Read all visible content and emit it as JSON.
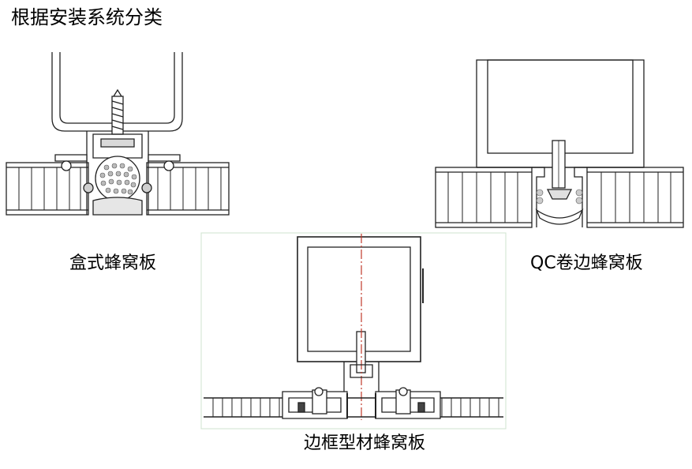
{
  "title": "根据安装系统分类",
  "captions": {
    "box": "盒式蜂窝板",
    "qc": "QC卷边蜂窝板",
    "frame": "边框型材蜂窝板"
  },
  "colors": {
    "line": "#222222",
    "centerline": "#c0392b",
    "fill_gray": "#d9d9d9",
    "panel_border": "#cfe3cf"
  }
}
